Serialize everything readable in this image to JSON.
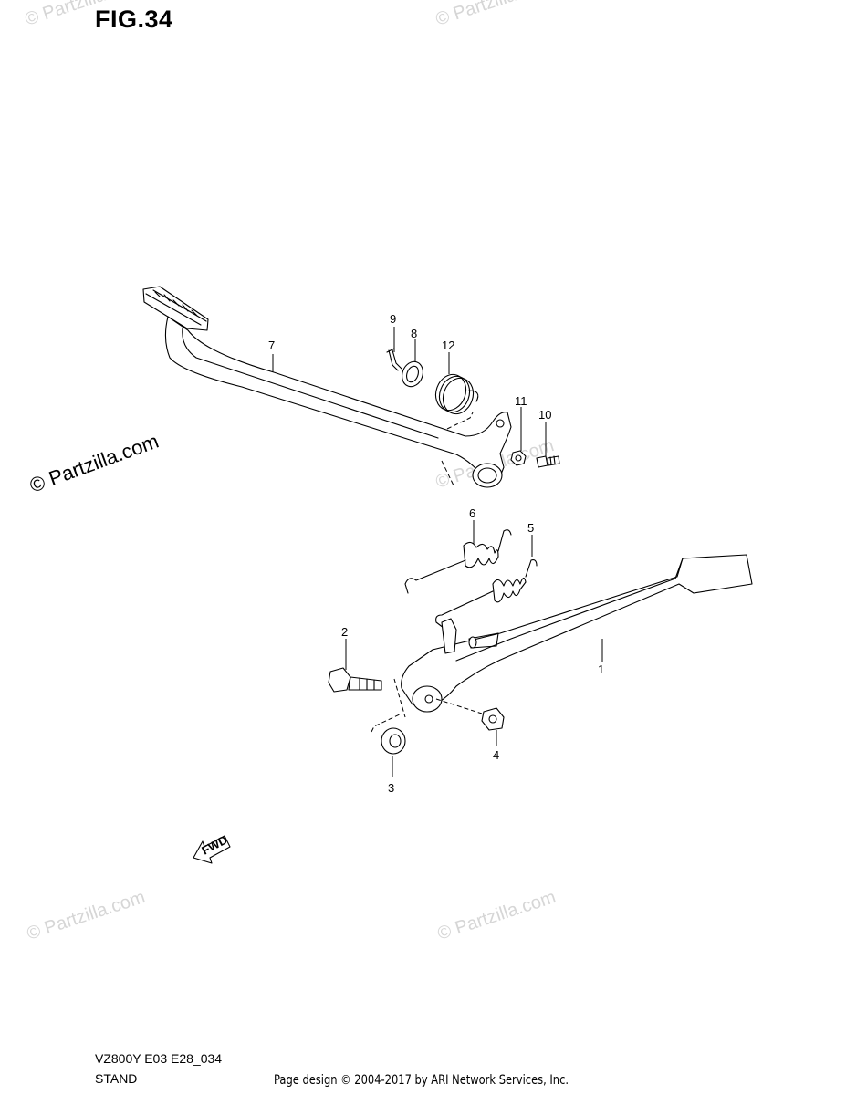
{
  "figure": {
    "title": "FIG.34"
  },
  "watermark": {
    "text": "© Partzilla.com",
    "color": "#d6d6d6"
  },
  "callouts": [
    "1",
    "2",
    "3",
    "4",
    "5",
    "6",
    "7",
    "8",
    "9",
    "10",
    "11",
    "12"
  ],
  "direction_arrow": {
    "label": "FWD",
    "icon": "fwd-arrow-icon"
  },
  "footer": {
    "model_code": "VZ800Y E03 E28_034",
    "section": "STAND",
    "copyright": "Page design © 2004-2017 by ARI Network Services, Inc."
  }
}
